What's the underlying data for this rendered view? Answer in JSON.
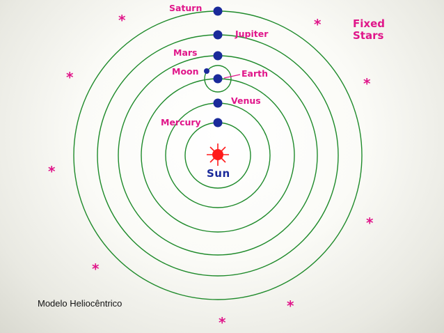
{
  "diagram": {
    "labels": {
      "saturn": "Saturn",
      "jupiter": "Jupiter",
      "mars": "Mars",
      "moon": "Moon",
      "earth": "Earth",
      "venus": "Venus",
      "mercury": "Mercury",
      "sun": "Sun",
      "fixed_stars_line1": "Fixed",
      "fixed_stars_line2": "Stars"
    },
    "star_glyph": "*",
    "colors": {
      "orbit": "#1e8a2a",
      "planet": "#1a2a9a",
      "sun": "#ff1a1a",
      "label": "#e0168a"
    }
  },
  "caption": "Modelo Heliocêntrico"
}
